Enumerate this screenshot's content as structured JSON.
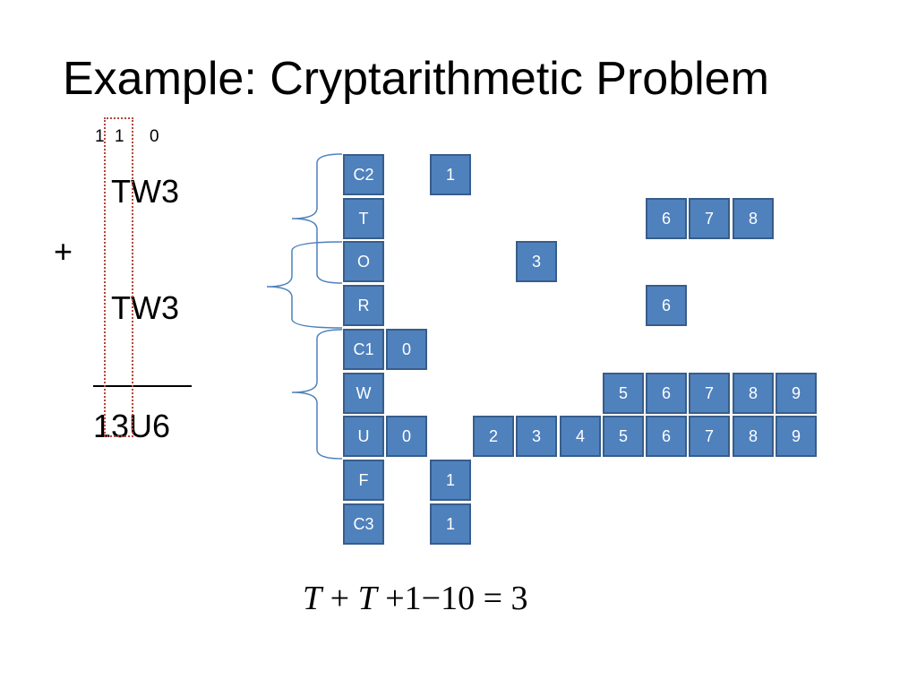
{
  "title": "Example: Cryptarithmetic Problem",
  "carries": [
    "1",
    "1",
    "0"
  ],
  "operand1": "TW3",
  "operator": "+",
  "operand2": "TW3",
  "result": "13U6",
  "rows": [
    {
      "var": "C2",
      "cells": [
        {
          "col": 2,
          "v": "1"
        }
      ]
    },
    {
      "var": "T",
      "cells": [
        {
          "col": 7,
          "v": "6"
        },
        {
          "col": 8,
          "v": "7"
        },
        {
          "col": 9,
          "v": "8"
        }
      ]
    },
    {
      "var": "O",
      "cells": [
        {
          "col": 4,
          "v": "3"
        }
      ]
    },
    {
      "var": "R",
      "cells": [
        {
          "col": 7,
          "v": "6"
        }
      ]
    },
    {
      "var": "C1",
      "cells": [
        {
          "col": 1,
          "v": "0"
        }
      ]
    },
    {
      "var": "W",
      "cells": [
        {
          "col": 6,
          "v": "5"
        },
        {
          "col": 7,
          "v": "6"
        },
        {
          "col": 8,
          "v": "7"
        },
        {
          "col": 9,
          "v": "8"
        },
        {
          "col": 10,
          "v": "9"
        }
      ]
    },
    {
      "var": "U",
      "cells": [
        {
          "col": 1,
          "v": "0"
        },
        {
          "col": 3,
          "v": "2"
        },
        {
          "col": 4,
          "v": "3"
        },
        {
          "col": 5,
          "v": "4"
        },
        {
          "col": 6,
          "v": "5"
        },
        {
          "col": 7,
          "v": "6"
        },
        {
          "col": 8,
          "v": "7"
        },
        {
          "col": 9,
          "v": "8"
        },
        {
          "col": 10,
          "v": "9"
        }
      ]
    },
    {
      "var": "F",
      "cells": [
        {
          "col": 2,
          "v": "1"
        }
      ]
    },
    {
      "var": "C3",
      "cells": [
        {
          "col": 2,
          "v": "1"
        }
      ]
    }
  ],
  "formula": {
    "t1": "T",
    "plus1": "+",
    "t2": "T",
    "rest": "+1−10 = 3"
  },
  "colors": {
    "cell_fill": "#4f81bd",
    "cell_border": "#385d8a",
    "brace": "#4f81bd",
    "dotted_box": "#b0483d"
  }
}
